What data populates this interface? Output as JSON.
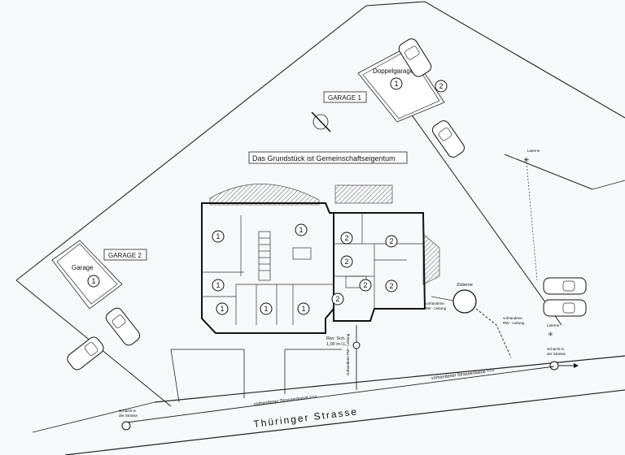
{
  "title": "Das Grundstück ist Gemeinschaftseigentum",
  "labels": {
    "garage1": "GARAGE  1",
    "garage2": "GARAGE  2",
    "doppelgarage": "Doppelgarage",
    "garage": "Garage",
    "street": "Thüringer  Strasse",
    "kanal_upper": "vorhandener Strassenkanal >>>",
    "kanal_lower": "vorhandener Strassenkanal >>>",
    "zisterne": "Zisterne",
    "rw_leitung_1": "vorhandene",
    "rw_leitung_2": "RW - Leitung",
    "rw_leitung_right_1": "vorhandene",
    "rw_leitung_right_2": "RW - Leitung",
    "laterne_top": "Laterne",
    "laterne_bottom": "Laterne",
    "schacht_right_1": "Schacht in",
    "schacht_right_2": "der Strasse",
    "schacht_left_1": "Schacht in",
    "schacht_left_2": "der Strasse",
    "rev_sch_1": "Rev. Sch.",
    "rev_sch_2": "1,00 m l.L.",
    "rw_vertical": "vorhandene RW - Leitung"
  },
  "unit_numbers": {
    "doppelgarage_left": "1",
    "doppelgarage_right": "2",
    "garage2": "1",
    "house_main": "1",
    "house_left": "1",
    "house_lower_left": "1",
    "house_bottom_a": "1",
    "house_bottom_b": "1",
    "house_bottom_c": "1",
    "annex_a": "2",
    "annex_b": "2",
    "annex_c": "2",
    "annex_d": "2",
    "annex_e": "2",
    "annex_f": "2"
  }
}
